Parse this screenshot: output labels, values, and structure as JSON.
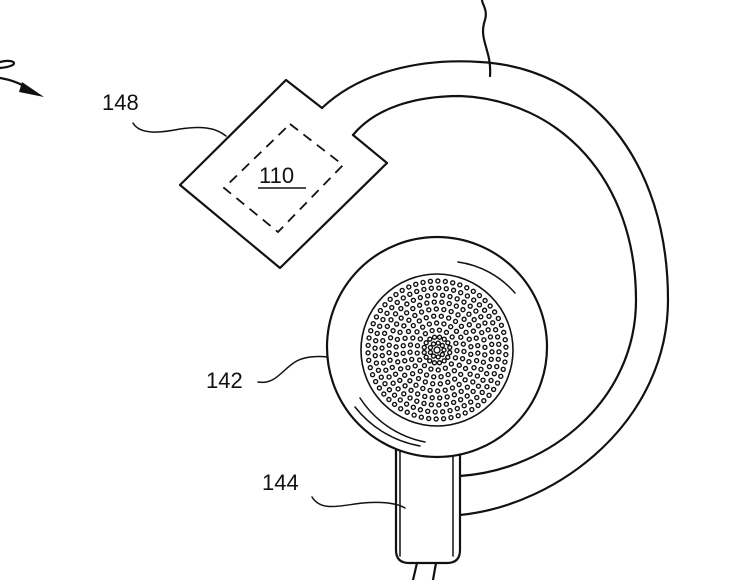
{
  "figure": {
    "labels": {
      "module": "110",
      "housing": "148",
      "speaker_head": "142",
      "stem": "144"
    },
    "ink_color": "#111111",
    "paper_color": "#ffffff"
  }
}
